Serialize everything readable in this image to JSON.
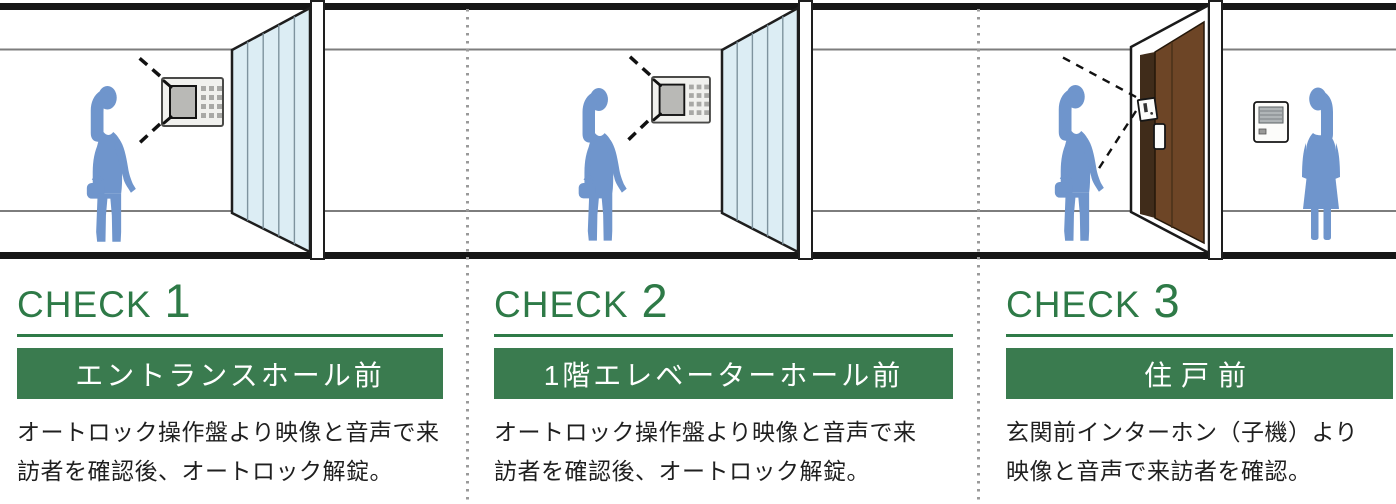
{
  "colors": {
    "accent_green": "#3a7b4f",
    "heading_green": "#2e7a47",
    "silhouette_blue": "#6f95cc",
    "glass_blue": "#dcedf4",
    "door_brown": "#6d4526",
    "door_edge_brown": "#402c1a",
    "text_dark": "#1f1f1f",
    "divider_gray": "#9a9a9a"
  },
  "panels": [
    {
      "check_label": "CHECK",
      "check_number": "1",
      "location": "エントランスホール前",
      "description": "オートロック操作盤より映像と音声で来\n訪者を確認後、オートロック解錠。"
    },
    {
      "check_label": "CHECK",
      "check_number": "2",
      "location": "1階エレベーターホール前",
      "description": "オートロック操作盤より映像と音声で来\n訪者を確認後、オートロック解錠。"
    },
    {
      "check_label": "CHECK",
      "check_number": "3",
      "location": "住戸前",
      "description": "玄関前インターホン（子機）より\n映像と音声で来訪者を確認。"
    }
  ],
  "illustration": {
    "scenes": [
      {
        "name": "entrance-hall",
        "icons": [
          "visitor-silhouette",
          "autolock-panel-icon",
          "camera-view-lines",
          "glass-partition",
          "wall-post"
        ]
      },
      {
        "name": "elevator-hall",
        "icons": [
          "visitor-silhouette",
          "autolock-panel-icon",
          "camera-view-lines",
          "glass-partition",
          "wall-post"
        ]
      },
      {
        "name": "dwelling-entrance",
        "icons": [
          "visitor-silhouette",
          "entrance-door",
          "door-intercom-icon",
          "door-handle-icon",
          "camera-view-lines",
          "indoor-monitor-icon",
          "resident-silhouette"
        ]
      }
    ]
  }
}
